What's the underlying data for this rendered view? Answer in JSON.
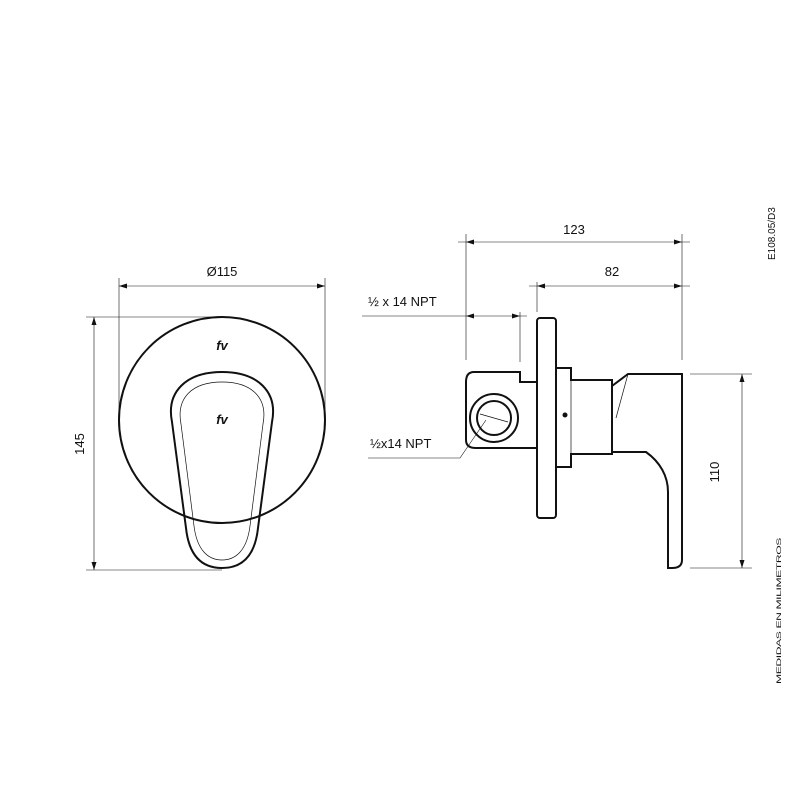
{
  "drawing": {
    "code": "E108.05/D3",
    "units_note": "MEDIDAS EN MILIMETROS",
    "brand_mark": "fv",
    "front_view": {
      "diameter_label": "Ø115",
      "height_label": "145"
    },
    "side_view": {
      "total_depth_label": "123",
      "handle_depth_label": "82",
      "height_label": "110",
      "thread_top_label": "½ x 14 NPT",
      "thread_side_label": "½x14 NPT"
    }
  }
}
